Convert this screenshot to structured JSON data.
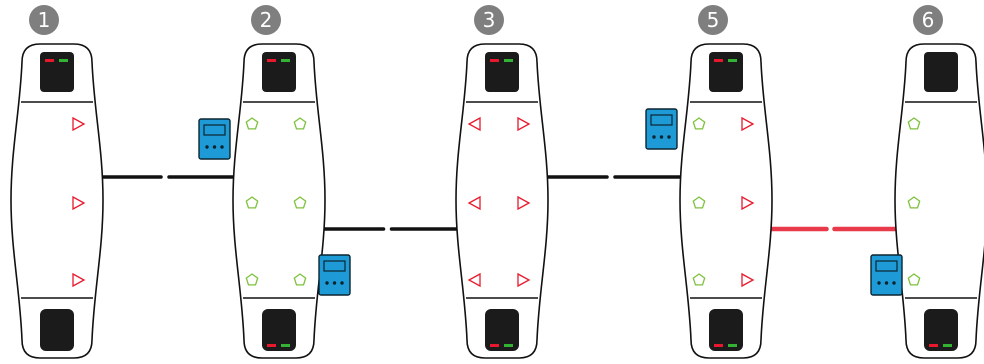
{
  "background": "#ffffff",
  "colors": {
    "outline": "#111111",
    "badge": "#7f7f7f",
    "badge_text": "#ffffff",
    "head_fill": "#1b1b1b",
    "led_red": "#e8192c",
    "led_green": "#34b233",
    "arrow_red": "#e8192c",
    "pentagon_green": "#7dc13b",
    "connector_black": "#111111",
    "connector_red": "#e83a4a",
    "reader_blue": "#1e9ad6",
    "reader_outline": "#0b2530"
  },
  "units": [
    {
      "id": "unit-1",
      "label": "1",
      "top_leds": true,
      "bottom_leds": false,
      "markers": {
        "left": "none",
        "right": "arrow-right"
      }
    },
    {
      "id": "unit-2",
      "label": "2",
      "top_leds": true,
      "bottom_leds": true,
      "markers": {
        "left": "pentagon",
        "right": "pentagon"
      }
    },
    {
      "id": "unit-3",
      "label": "3",
      "top_leds": true,
      "bottom_leds": true,
      "markers": {
        "left": "arrow-left",
        "right": "arrow-right"
      }
    },
    {
      "id": "unit-5",
      "label": "5",
      "top_leds": true,
      "bottom_leds": true,
      "markers": {
        "left": "pentagon",
        "right": "arrow-right"
      }
    },
    {
      "id": "unit-6",
      "label": "6",
      "top_leds": false,
      "bottom_leds": true,
      "markers": {
        "left": "pentagon",
        "right": "none"
      }
    }
  ],
  "connectors": [
    {
      "from": "unit-1",
      "to": "unit-2",
      "level": "upper",
      "color": "black"
    },
    {
      "from": "unit-2",
      "to": "unit-3",
      "level": "lower",
      "color": "black"
    },
    {
      "from": "unit-3",
      "to": "unit-5",
      "level": "upper",
      "color": "black"
    },
    {
      "from": "unit-5",
      "to": "unit-6",
      "level": "lower",
      "color": "red"
    }
  ],
  "readers": [
    {
      "id": "reader-1",
      "near": "unit-2",
      "side": "left"
    },
    {
      "id": "reader-2",
      "near": "unit-2",
      "side": "right"
    },
    {
      "id": "reader-3",
      "near": "unit-5",
      "side": "left"
    },
    {
      "id": "reader-4",
      "near": "unit-6",
      "side": "left"
    }
  ]
}
